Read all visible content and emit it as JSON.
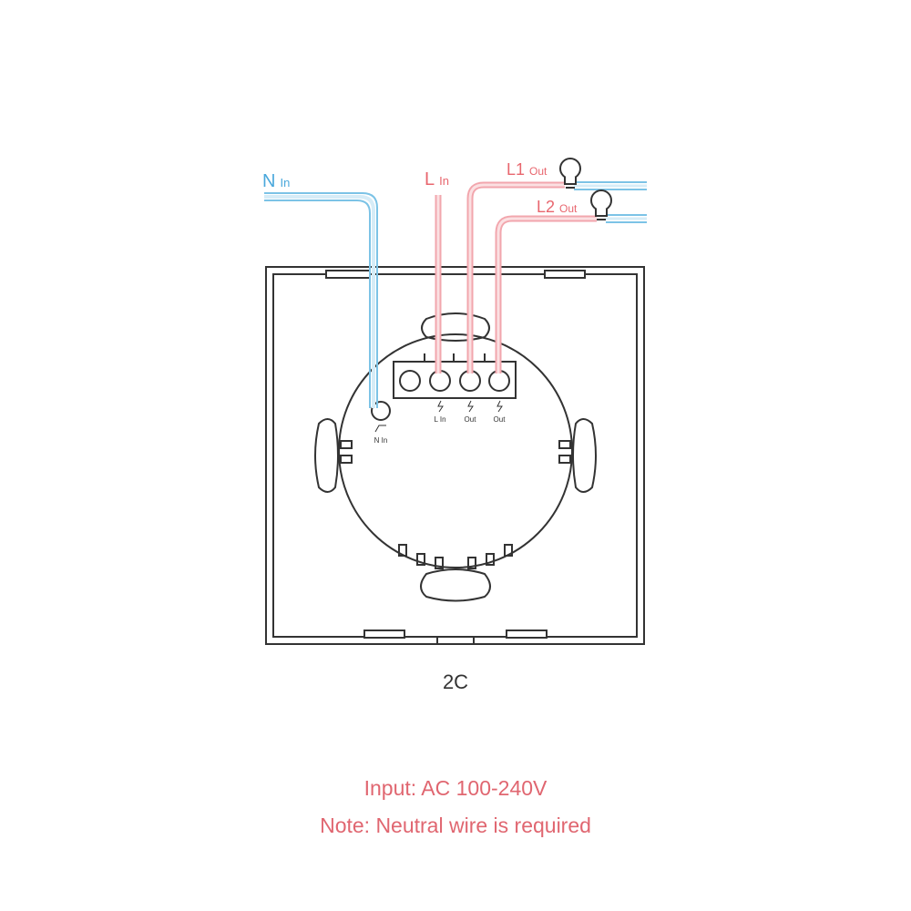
{
  "colors": {
    "neutral_wire": "#7cc3e6",
    "live_wire": "#f2a6ad",
    "label_neutral": "#4aa8dc",
    "label_live": "#e8666e",
    "caption_red": "#e06670",
    "outline": "#333333"
  },
  "wires": {
    "n_in": {
      "main": "N",
      "sub": "In"
    },
    "l_in": {
      "main": "L",
      "sub": "In"
    },
    "l1_out": {
      "main": "L1",
      "sub": "Out"
    },
    "l2_out": {
      "main": "L2",
      "sub": "Out"
    }
  },
  "terminals": {
    "n_in": "N In",
    "l_in": "L In",
    "l1_out": "Out",
    "l2_out": "Out"
  },
  "icons": [
    "bulb-icon",
    "bulb-icon"
  ],
  "model": "2C",
  "notes": {
    "input": "Input: AC 100-240V",
    "neutral": "Note: Neutral wire is required"
  }
}
